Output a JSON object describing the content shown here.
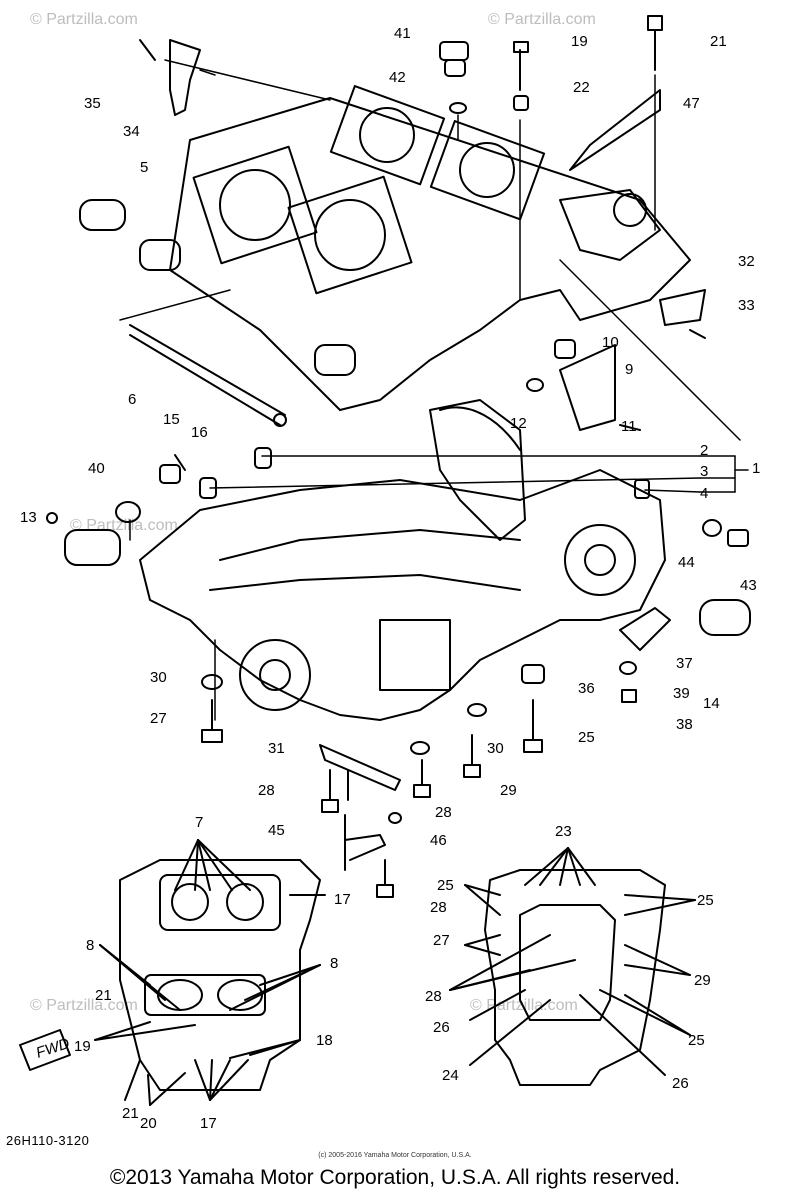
{
  "diagram": {
    "callouts": [
      "41",
      "19",
      "21",
      "35",
      "42",
      "22",
      "34",
      "47",
      "5",
      "32",
      "33",
      "10",
      "6",
      "9",
      "15",
      "16",
      "12",
      "11",
      "2",
      "40",
      "3",
      "1",
      "4",
      "13",
      "44",
      "43",
      "30",
      "37",
      "14",
      "39",
      "36",
      "27",
      "38",
      "25",
      "31",
      "30",
      "28",
      "29",
      "28",
      "45",
      "46",
      "7",
      "17",
      "23",
      "25",
      "25",
      "28",
      "27",
      "8",
      "8",
      "29",
      "21",
      "28",
      "19",
      "26",
      "25",
      "18",
      "24",
      "26",
      "21",
      "20",
      "17"
    ],
    "fwd_label": "FWD",
    "watermarks": [
      "© Partzilla.com",
      "© Partzilla.com",
      "© Partzilla.com",
      "© Partzilla.com",
      "© Partzilla.com"
    ],
    "part_code": "26H110-3120",
    "small_copyright": "(c) 2005-2016 Yamaha Motor Corporation, U.S.A.",
    "copyright": "©2013 Yamaha Motor Corporation, U.S.A. All rights reserved."
  }
}
